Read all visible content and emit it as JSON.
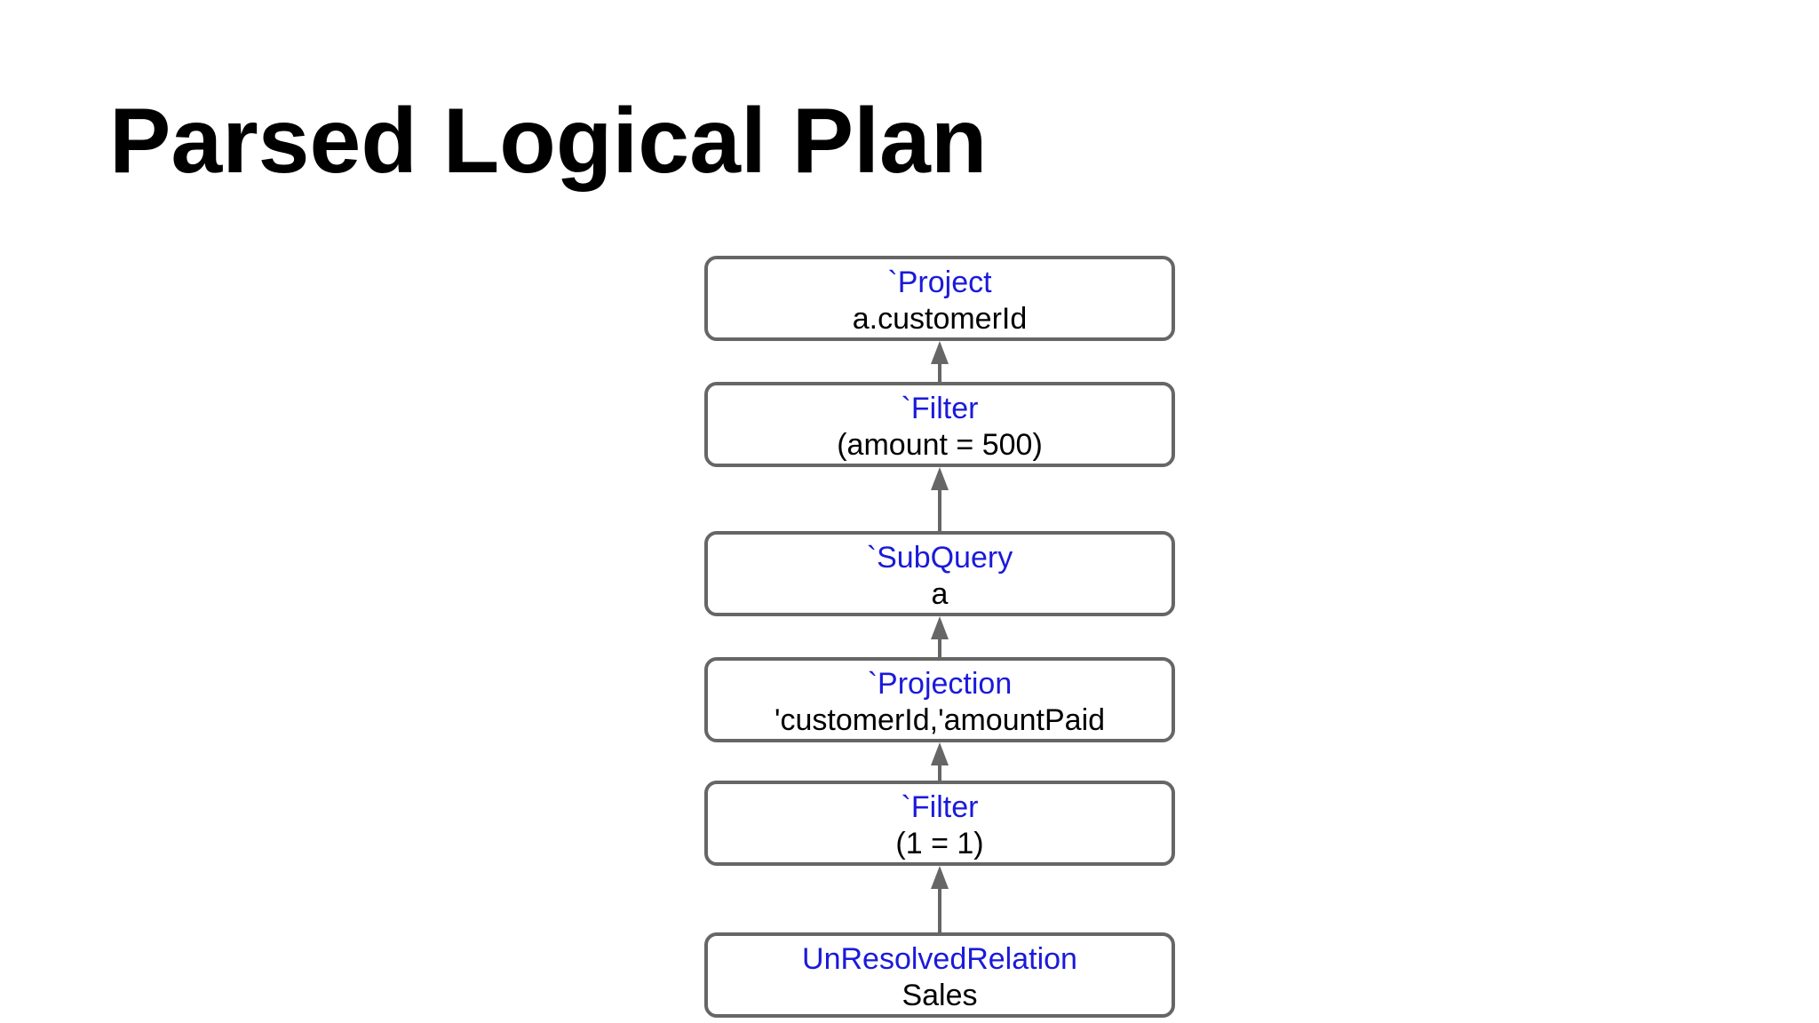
{
  "title": "Parsed Logical Plan",
  "colors": {
    "operator_text": "#1a1adb",
    "argument_text": "#000000",
    "box_border": "#666666",
    "arrow": "#666666"
  },
  "nodes": [
    {
      "operator": "`Project",
      "argument": "a.customerId"
    },
    {
      "operator": "`Filter",
      "argument": "(amount = 500)"
    },
    {
      "operator": "`SubQuery",
      "argument": "a"
    },
    {
      "operator": "`Projection",
      "argument": "'customerId,'amountPaid"
    },
    {
      "operator": "`Filter",
      "argument": "(1 = 1)"
    },
    {
      "operator": "UnResolvedRelation",
      "argument": "Sales"
    }
  ]
}
